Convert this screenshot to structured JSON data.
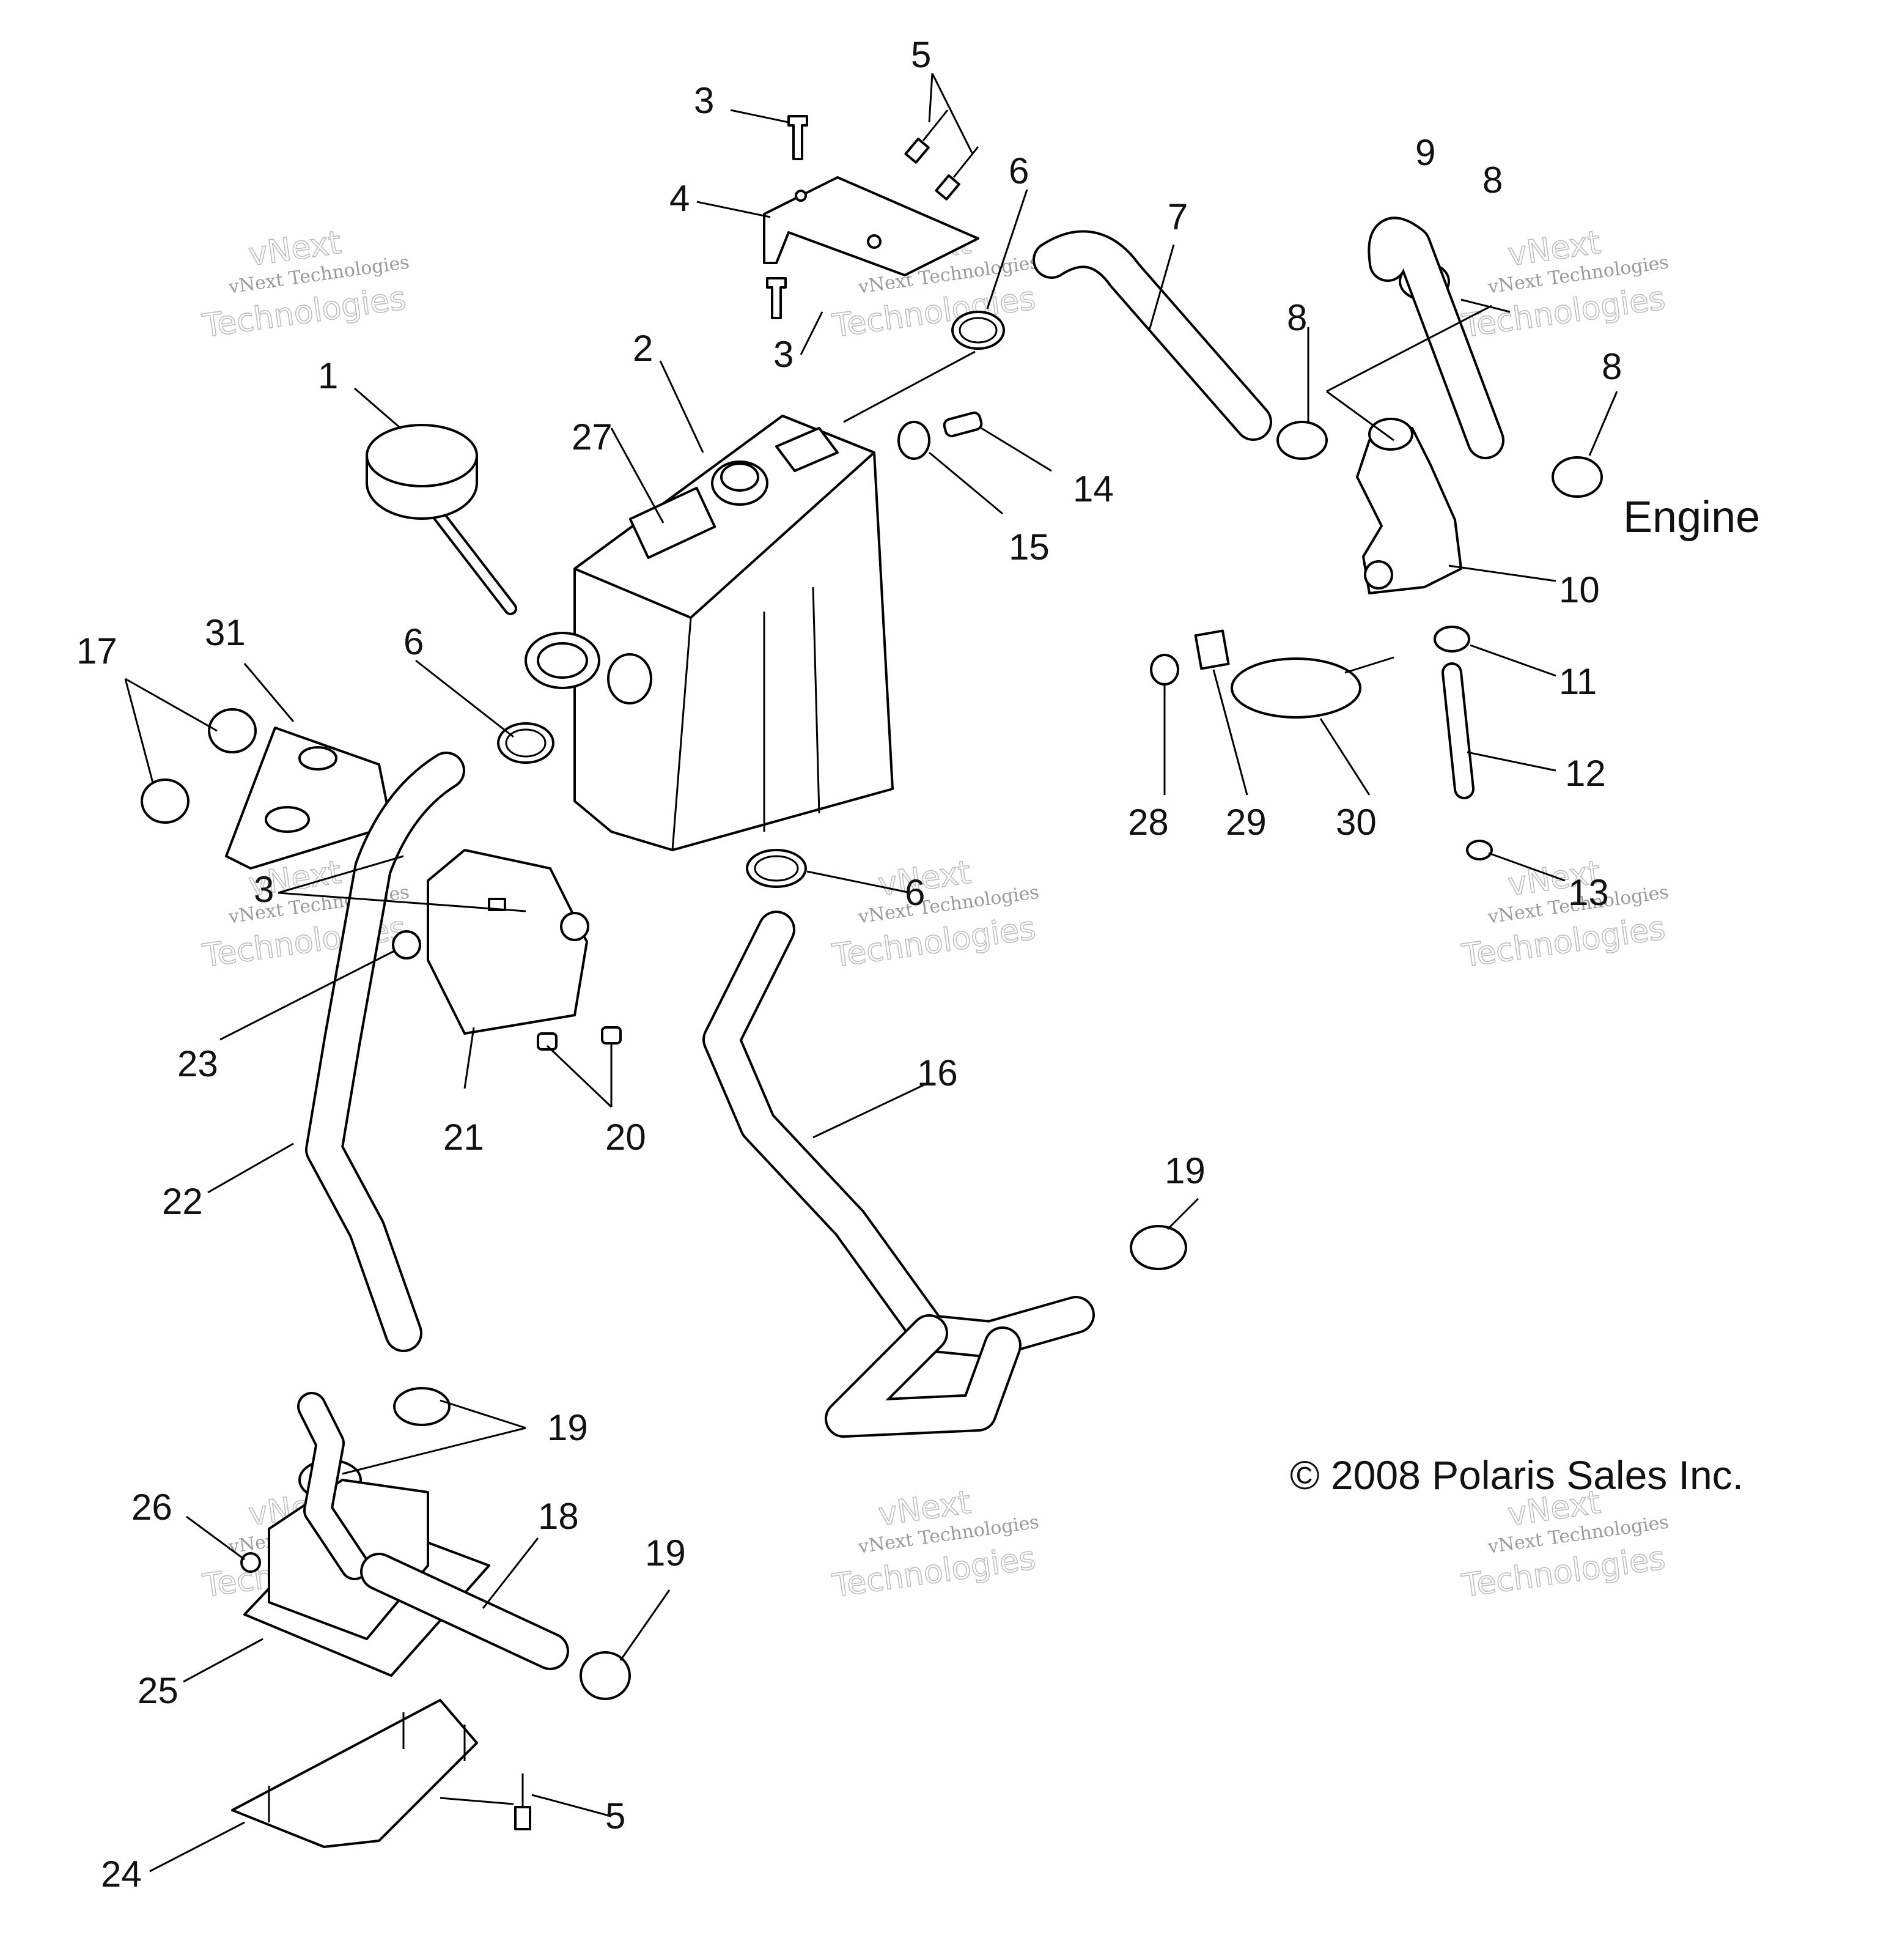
{
  "callouts": {
    "c1": "1",
    "c2": "2",
    "c3a": "3",
    "c3b": "3",
    "c3c": "3",
    "c4": "4",
    "c5a": "5",
    "c5b": "5",
    "c6a": "6",
    "c6b": "6",
    "c6c": "6",
    "c7": "7",
    "c8a": "8",
    "c8b": "8",
    "c8c": "8",
    "c9": "9",
    "c10": "10",
    "c11": "11",
    "c12": "12",
    "c13": "13",
    "c14": "14",
    "c15": "15",
    "c16": "16",
    "c17": "17",
    "c18": "18",
    "c19a": "19",
    "c19b": "19",
    "c19c": "19",
    "c20": "20",
    "c21": "21",
    "c22": "22",
    "c23": "23",
    "c24": "24",
    "c25": "25",
    "c26": "26",
    "c27": "27",
    "c28": "28",
    "c29": "29",
    "c30": "30",
    "c31": "31"
  },
  "engine_label": "Engine",
  "copyright": "© 2008 Polaris Sales Inc.",
  "watermark": {
    "line1": "vNext Technologies",
    "line2": "vNext",
    "line3": "Technologies"
  }
}
